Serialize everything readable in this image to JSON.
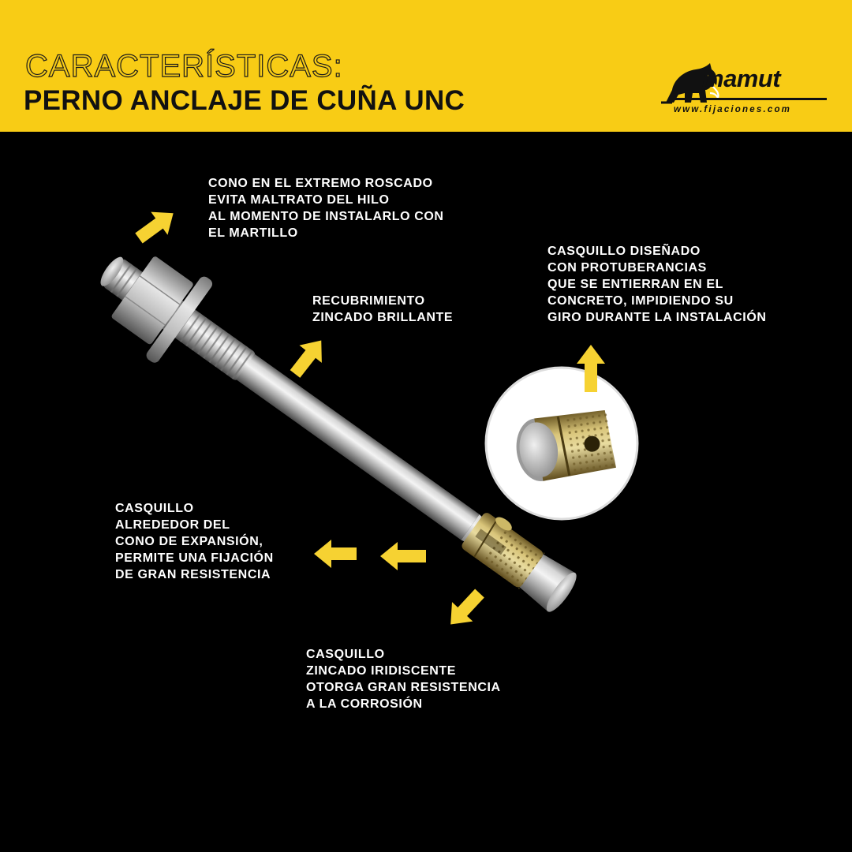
{
  "header": {
    "title_line1": "CARACTERÍSTICAS:",
    "title_line2": "PERNO ANCLAJE DE CUÑA UNC",
    "accent_color": "#f8cc15"
  },
  "logo": {
    "word": "mamut",
    "url": "www.fijaciones.com",
    "icon": "mammoth-icon"
  },
  "callouts": {
    "threaded_cone": [
      "CONO EN EL EXTREMO ROSCADO",
      "EVITA MALTRATO DEL HILO",
      "AL MOMENTO DE INSTALARLO CON",
      "EL MARTILLO"
    ],
    "zinc_coating": [
      "RECUBRIMIENTO",
      "ZINCADO BRILLANTE"
    ],
    "sleeve_design": [
      "CASQUILLO DISEÑADO",
      "CON  PROTUBERANCIAS",
      "QUE SE ENTIERRAN EN EL",
      "CONCRETO, IMPIDIENDO SU",
      "GIRO DURANTE LA INSTALACIÓN"
    ],
    "sleeve_expansion": [
      "CASQUILLO",
      "ALREDEDOR DEL",
      "CONO DE EXPANSIÓN,",
      "PERMITE UNA FIJACIÓN",
      "DE GRAN RESISTENCIA"
    ],
    "sleeve_corrosion": [
      "CASQUILLO",
      "ZINCADO IRIDISCENTE",
      "OTORGA GRAN RESISTENCIA",
      "A LA CORROSIÓN"
    ]
  },
  "colors": {
    "background": "#000000",
    "arrow": "#f6d232",
    "text": "#ffffff"
  }
}
